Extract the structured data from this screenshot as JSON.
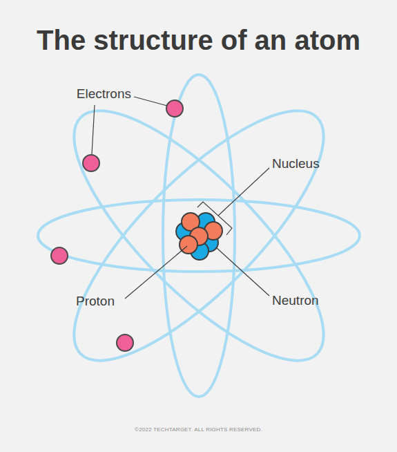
{
  "diagram": {
    "title": "The structure of an atom",
    "caption": "©2022 TECHTARGET. ALL RIGHTS RESERVED.",
    "labels": [
      "Electrons",
      "Nucleus",
      "Proton",
      "Neutron"
    ]
  }
}
